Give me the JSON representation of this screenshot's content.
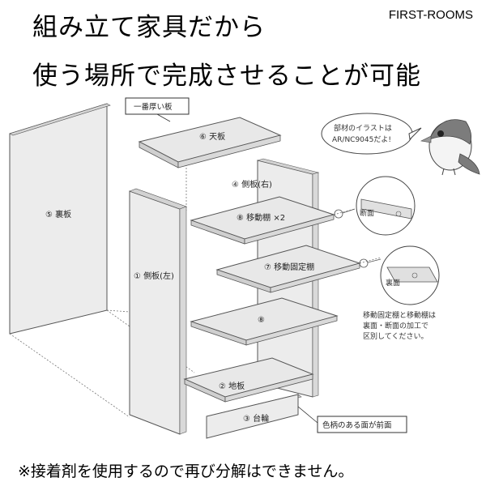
{
  "header": {
    "line1": "組み立て家具だから",
    "line2": "使う場所で完成させることが可能",
    "brand": "FIRST-ROOMS"
  },
  "footer": {
    "note": "※接着剤を使用するので再び分解はできません。"
  },
  "parts": {
    "top_board": "⑥ 天板",
    "thickest_board_tag": "一番厚い板",
    "back_board": "⑤ 裏板",
    "side_right": "④ 側板(右)",
    "side_left": "① 側板(左)",
    "movable_shelf": "⑧ 移動棚 ×2",
    "fixed_shelf": "⑦ 移動固定棚",
    "shelf_8": "⑧",
    "bottom_board": "② 地板",
    "base": "③ 台輪"
  },
  "callouts": {
    "bird_bubble_line1": "部材のイラストは",
    "bird_bubble_line2": "AR/NC9045だよ!",
    "section_label": "断面",
    "underside_label": "裏面",
    "shelf_note_line1": "移動固定棚と移動棚は",
    "shelf_note_line2": "裏面・断面の加工で",
    "shelf_note_line3": "区別してください。",
    "front_tag": "色柄のある面が前面"
  },
  "colors": {
    "board_fill": "#e8e8e8",
    "board_edge": "#555555",
    "shadow": "#bbbbbb"
  }
}
